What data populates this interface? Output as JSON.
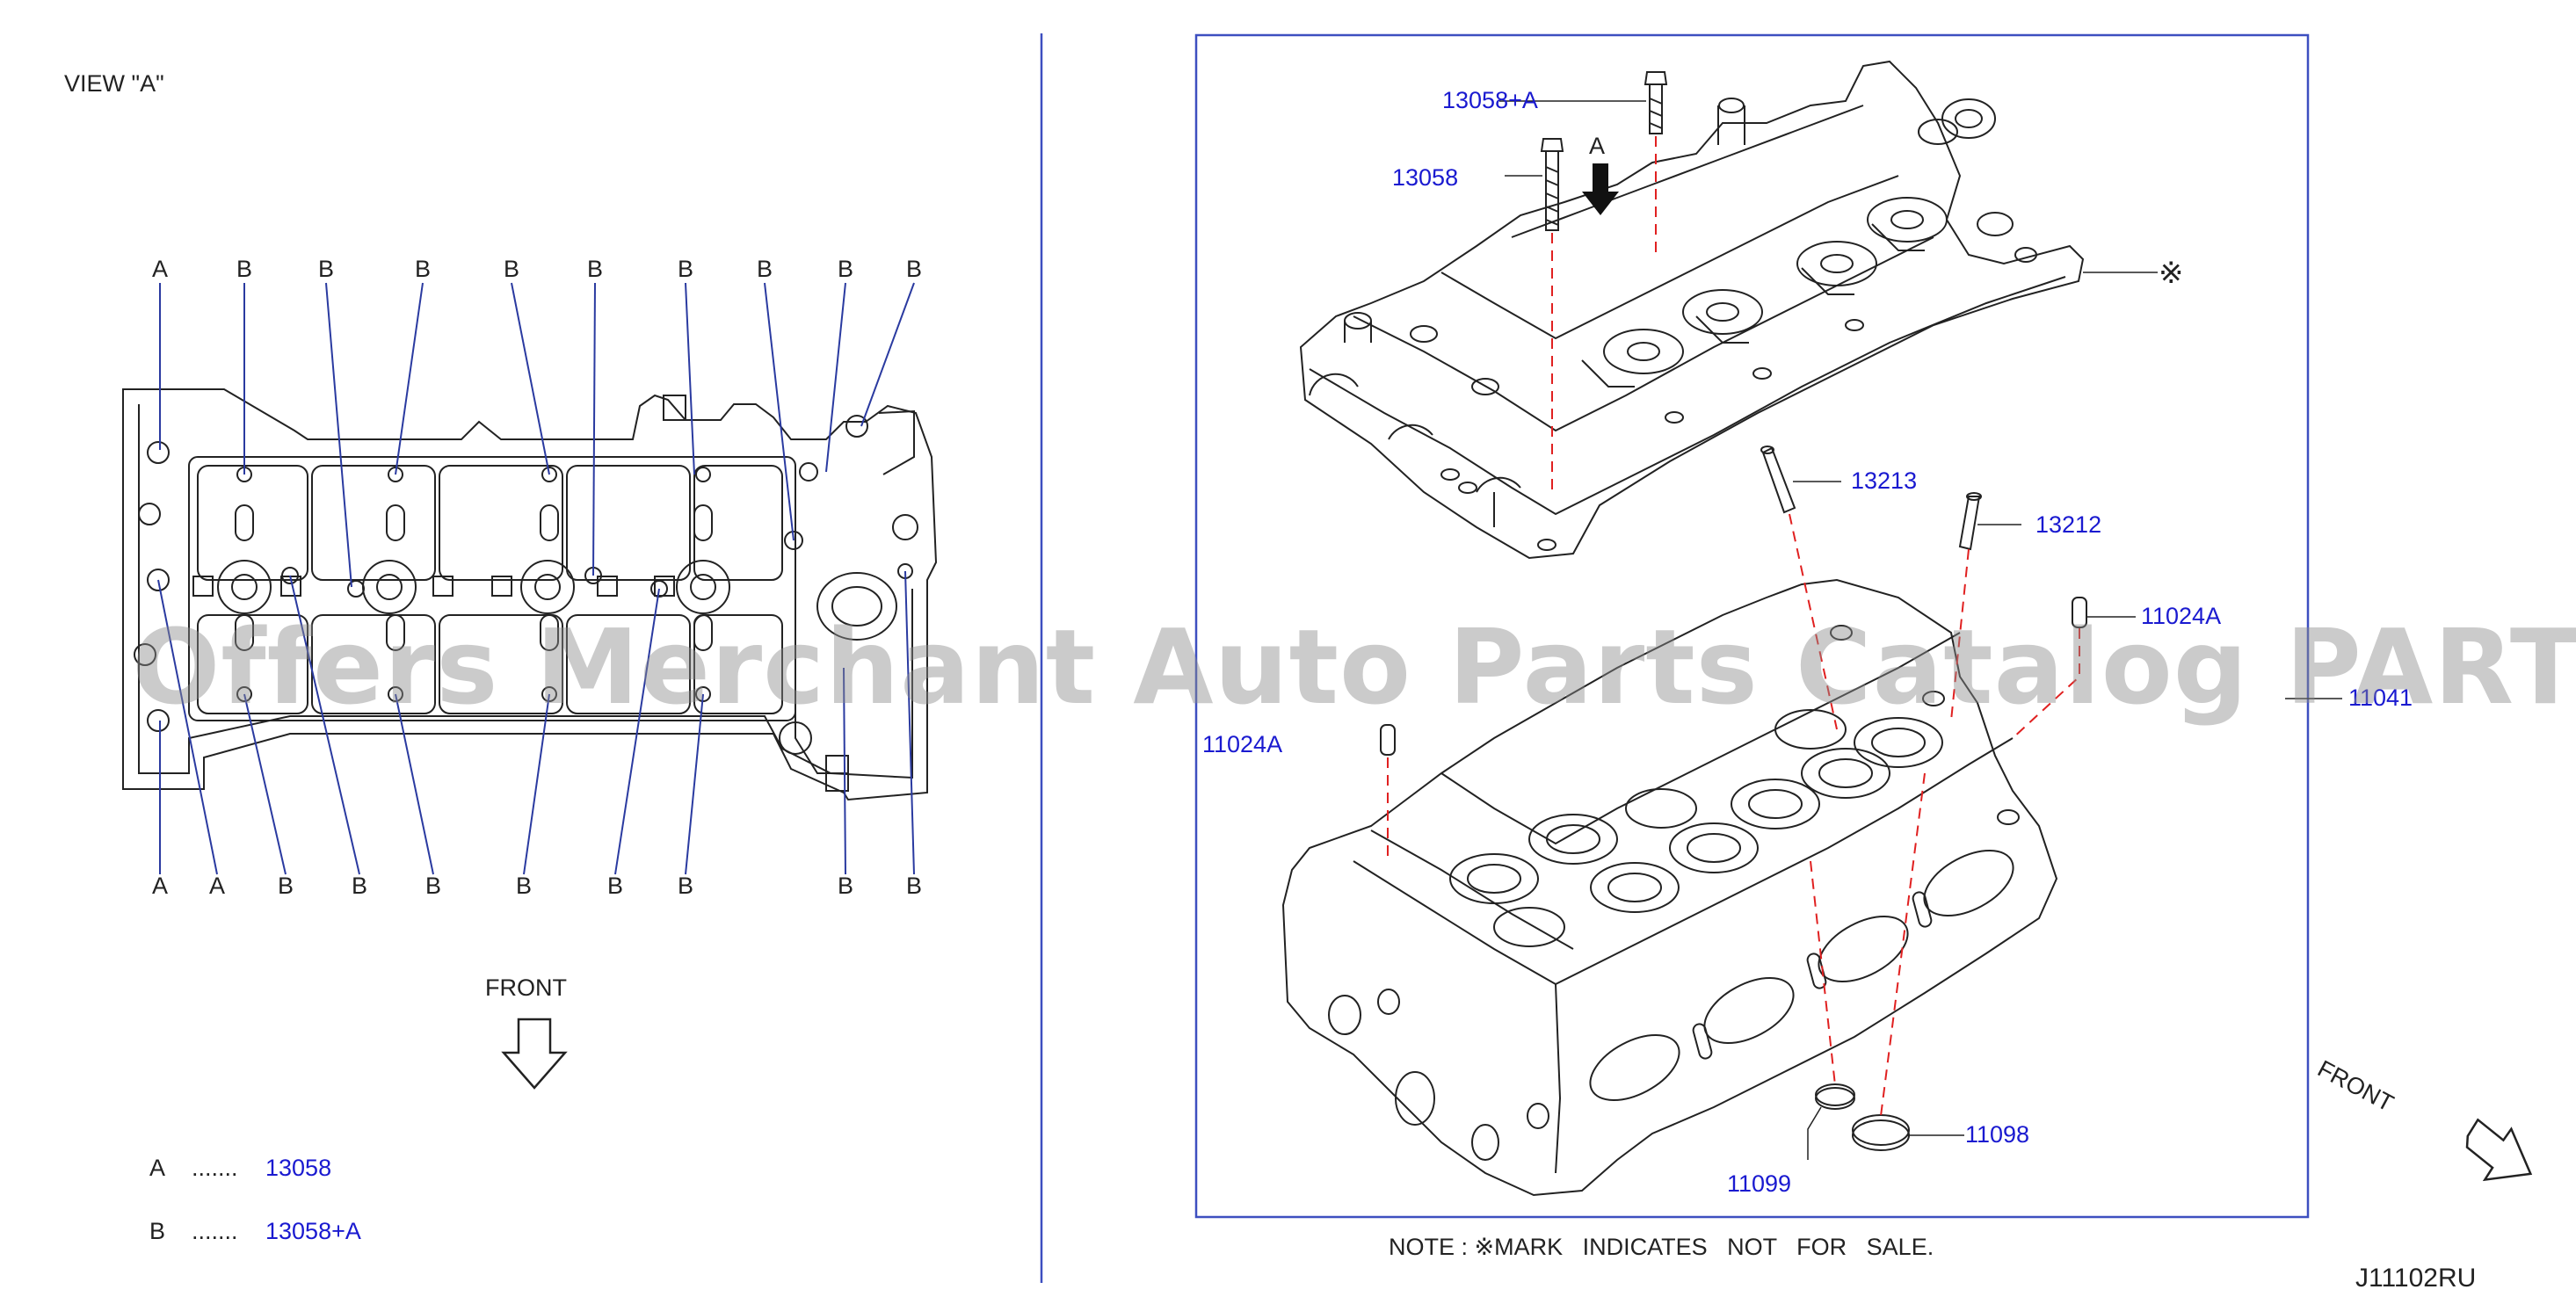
{
  "view_title": "VIEW  \"A\"",
  "view_direction_label": "A",
  "front_label": "FRONT",
  "top_callouts": [
    "A",
    "B",
    "B",
    "B",
    "B",
    "B",
    "B",
    "B",
    "B",
    "B"
  ],
  "bottom_callouts": [
    "A",
    "A",
    "B",
    "B",
    "B",
    "B",
    "B",
    "B",
    "B",
    "B"
  ],
  "legend": [
    {
      "key": "A",
      "dots": ".......",
      "part": "13058"
    },
    {
      "key": "B",
      "dots": ".......",
      "part": "13058+A"
    }
  ],
  "parts": {
    "bolt_a": "13058+A",
    "bolt": "13058",
    "not_for_sale_mark": "※",
    "guide_in": "13213",
    "guide_ex": "13212",
    "dowel_right": "11024A",
    "head_assy": "11041",
    "dowel_left": "11024A",
    "seal_small": "11099",
    "seal_large": "11098"
  },
  "note": "NOTE : ※MARK   INDICATES   NOT   FOR   SALE.",
  "diagram_code": "J11102RU",
  "watermark": "Offers Merchant Auto Parts Catalog PARTSTORE.SA",
  "colors": {
    "line": "#222222",
    "part_number": "#1a1ad0",
    "leader": "#e02020",
    "frame": "#3d4fc0"
  }
}
